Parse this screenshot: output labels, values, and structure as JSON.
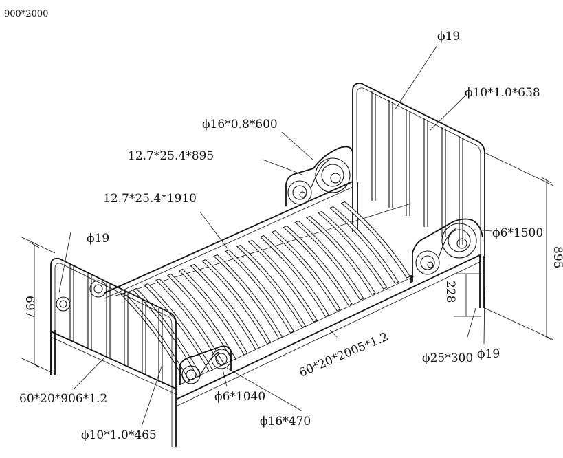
{
  "title": "900*2000",
  "labels": {
    "phi19_top": "ϕ19",
    "rod_658": "ϕ10*1.0*658",
    "rod_600": "ϕ16*0.8*600",
    "tube_895": "12.7*25.4*895",
    "tube_1910": "12.7*25.4*1910",
    "phi19_left": "ϕ19",
    "rod_1500": "ϕ6*1500",
    "dim_895": "895",
    "dim_697": "697",
    "dim_228": "228",
    "rail_2005": "60*20*2005*1.2",
    "leg_300": "ϕ25*300",
    "phi19_right": "ϕ19",
    "rail_906": "60*20*906*1.2",
    "rod_1040": "ϕ6*1040",
    "rod_470": "ϕ16*470",
    "rod_465": "ϕ10*1.0*465"
  },
  "colors": {
    "line": "#111111",
    "background": "#ffffff"
  }
}
